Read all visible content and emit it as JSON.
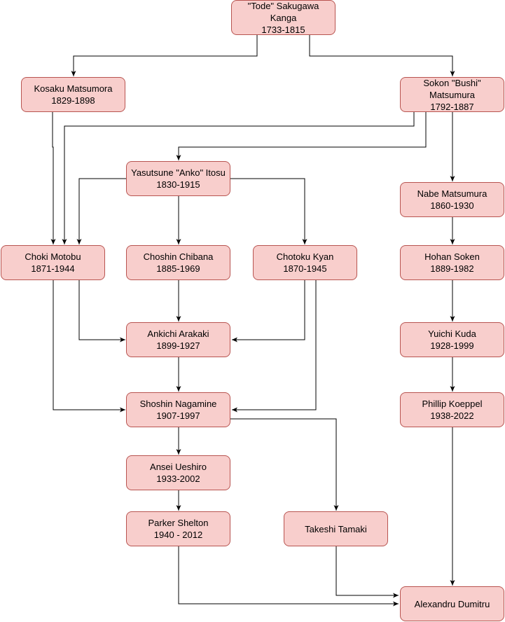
{
  "diagram": {
    "colors": {
      "node_fill": "#f8cecc",
      "node_stroke": "#b85450",
      "edge": "#000000"
    },
    "nodes": {
      "kanga": {
        "lines": [
          "\"Tode\" Sakugawa",
          "Kanga",
          "1733-1815"
        ]
      },
      "kosaku": {
        "lines": [
          "Kosaku Matsumora",
          "1829-1898"
        ]
      },
      "sokon": {
        "lines": [
          "Sokon \"Bushi\"",
          "Matsumura",
          "1792-1887"
        ]
      },
      "itosu": {
        "lines": [
          "Yasutsune \"Anko\" Itosu",
          "1830-1915"
        ]
      },
      "nabe": {
        "lines": [
          "Nabe Matsumura",
          "1860-1930"
        ]
      },
      "motobu": {
        "lines": [
          "Choki Motobu",
          "1871-1944"
        ]
      },
      "chibana": {
        "lines": [
          "Choshin Chibana",
          "1885-1969"
        ]
      },
      "kyan": {
        "lines": [
          "Chotoku Kyan",
          "1870-1945"
        ]
      },
      "hohan": {
        "lines": [
          "Hohan Soken",
          "1889-1982"
        ]
      },
      "arakaki": {
        "lines": [
          "Ankichi Arakaki",
          "1899-1927"
        ]
      },
      "kuda": {
        "lines": [
          "Yuichi Kuda",
          "1928-1999"
        ]
      },
      "nagamine": {
        "lines": [
          "Shoshin Nagamine",
          "1907-1997"
        ]
      },
      "koeppel": {
        "lines": [
          "Phillip Koeppel",
          "1938-2022"
        ]
      },
      "ueshiro": {
        "lines": [
          "Ansei Ueshiro",
          "1933-2002"
        ]
      },
      "shelton": {
        "lines": [
          "Parker Shelton",
          "1940 - 2012"
        ]
      },
      "tamaki": {
        "lines": [
          "Takeshi Tamaki"
        ]
      },
      "dumitru": {
        "lines": [
          "Alexandru Dumitru"
        ]
      }
    },
    "edges": [
      {
        "from": "kanga",
        "to": "kosaku"
      },
      {
        "from": "kanga",
        "to": "sokon"
      },
      {
        "from": "kosaku",
        "to": "motobu"
      },
      {
        "from": "sokon",
        "to": "motobu"
      },
      {
        "from": "sokon",
        "to": "itosu"
      },
      {
        "from": "sokon",
        "to": "nabe"
      },
      {
        "from": "itosu",
        "to": "motobu"
      },
      {
        "from": "itosu",
        "to": "chibana"
      },
      {
        "from": "itosu",
        "to": "kyan"
      },
      {
        "from": "nabe",
        "to": "hohan"
      },
      {
        "from": "motobu",
        "to": "arakaki"
      },
      {
        "from": "chibana",
        "to": "arakaki"
      },
      {
        "from": "kyan",
        "to": "arakaki"
      },
      {
        "from": "hohan",
        "to": "kuda"
      },
      {
        "from": "motobu",
        "to": "nagamine"
      },
      {
        "from": "arakaki",
        "to": "nagamine"
      },
      {
        "from": "kyan",
        "to": "nagamine"
      },
      {
        "from": "kuda",
        "to": "koeppel"
      },
      {
        "from": "nagamine",
        "to": "ueshiro"
      },
      {
        "from": "nagamine",
        "to": "tamaki"
      },
      {
        "from": "ueshiro",
        "to": "shelton"
      },
      {
        "from": "koeppel",
        "to": "dumitru"
      },
      {
        "from": "tamaki",
        "to": "dumitru"
      },
      {
        "from": "shelton",
        "to": "dumitru"
      }
    ]
  }
}
